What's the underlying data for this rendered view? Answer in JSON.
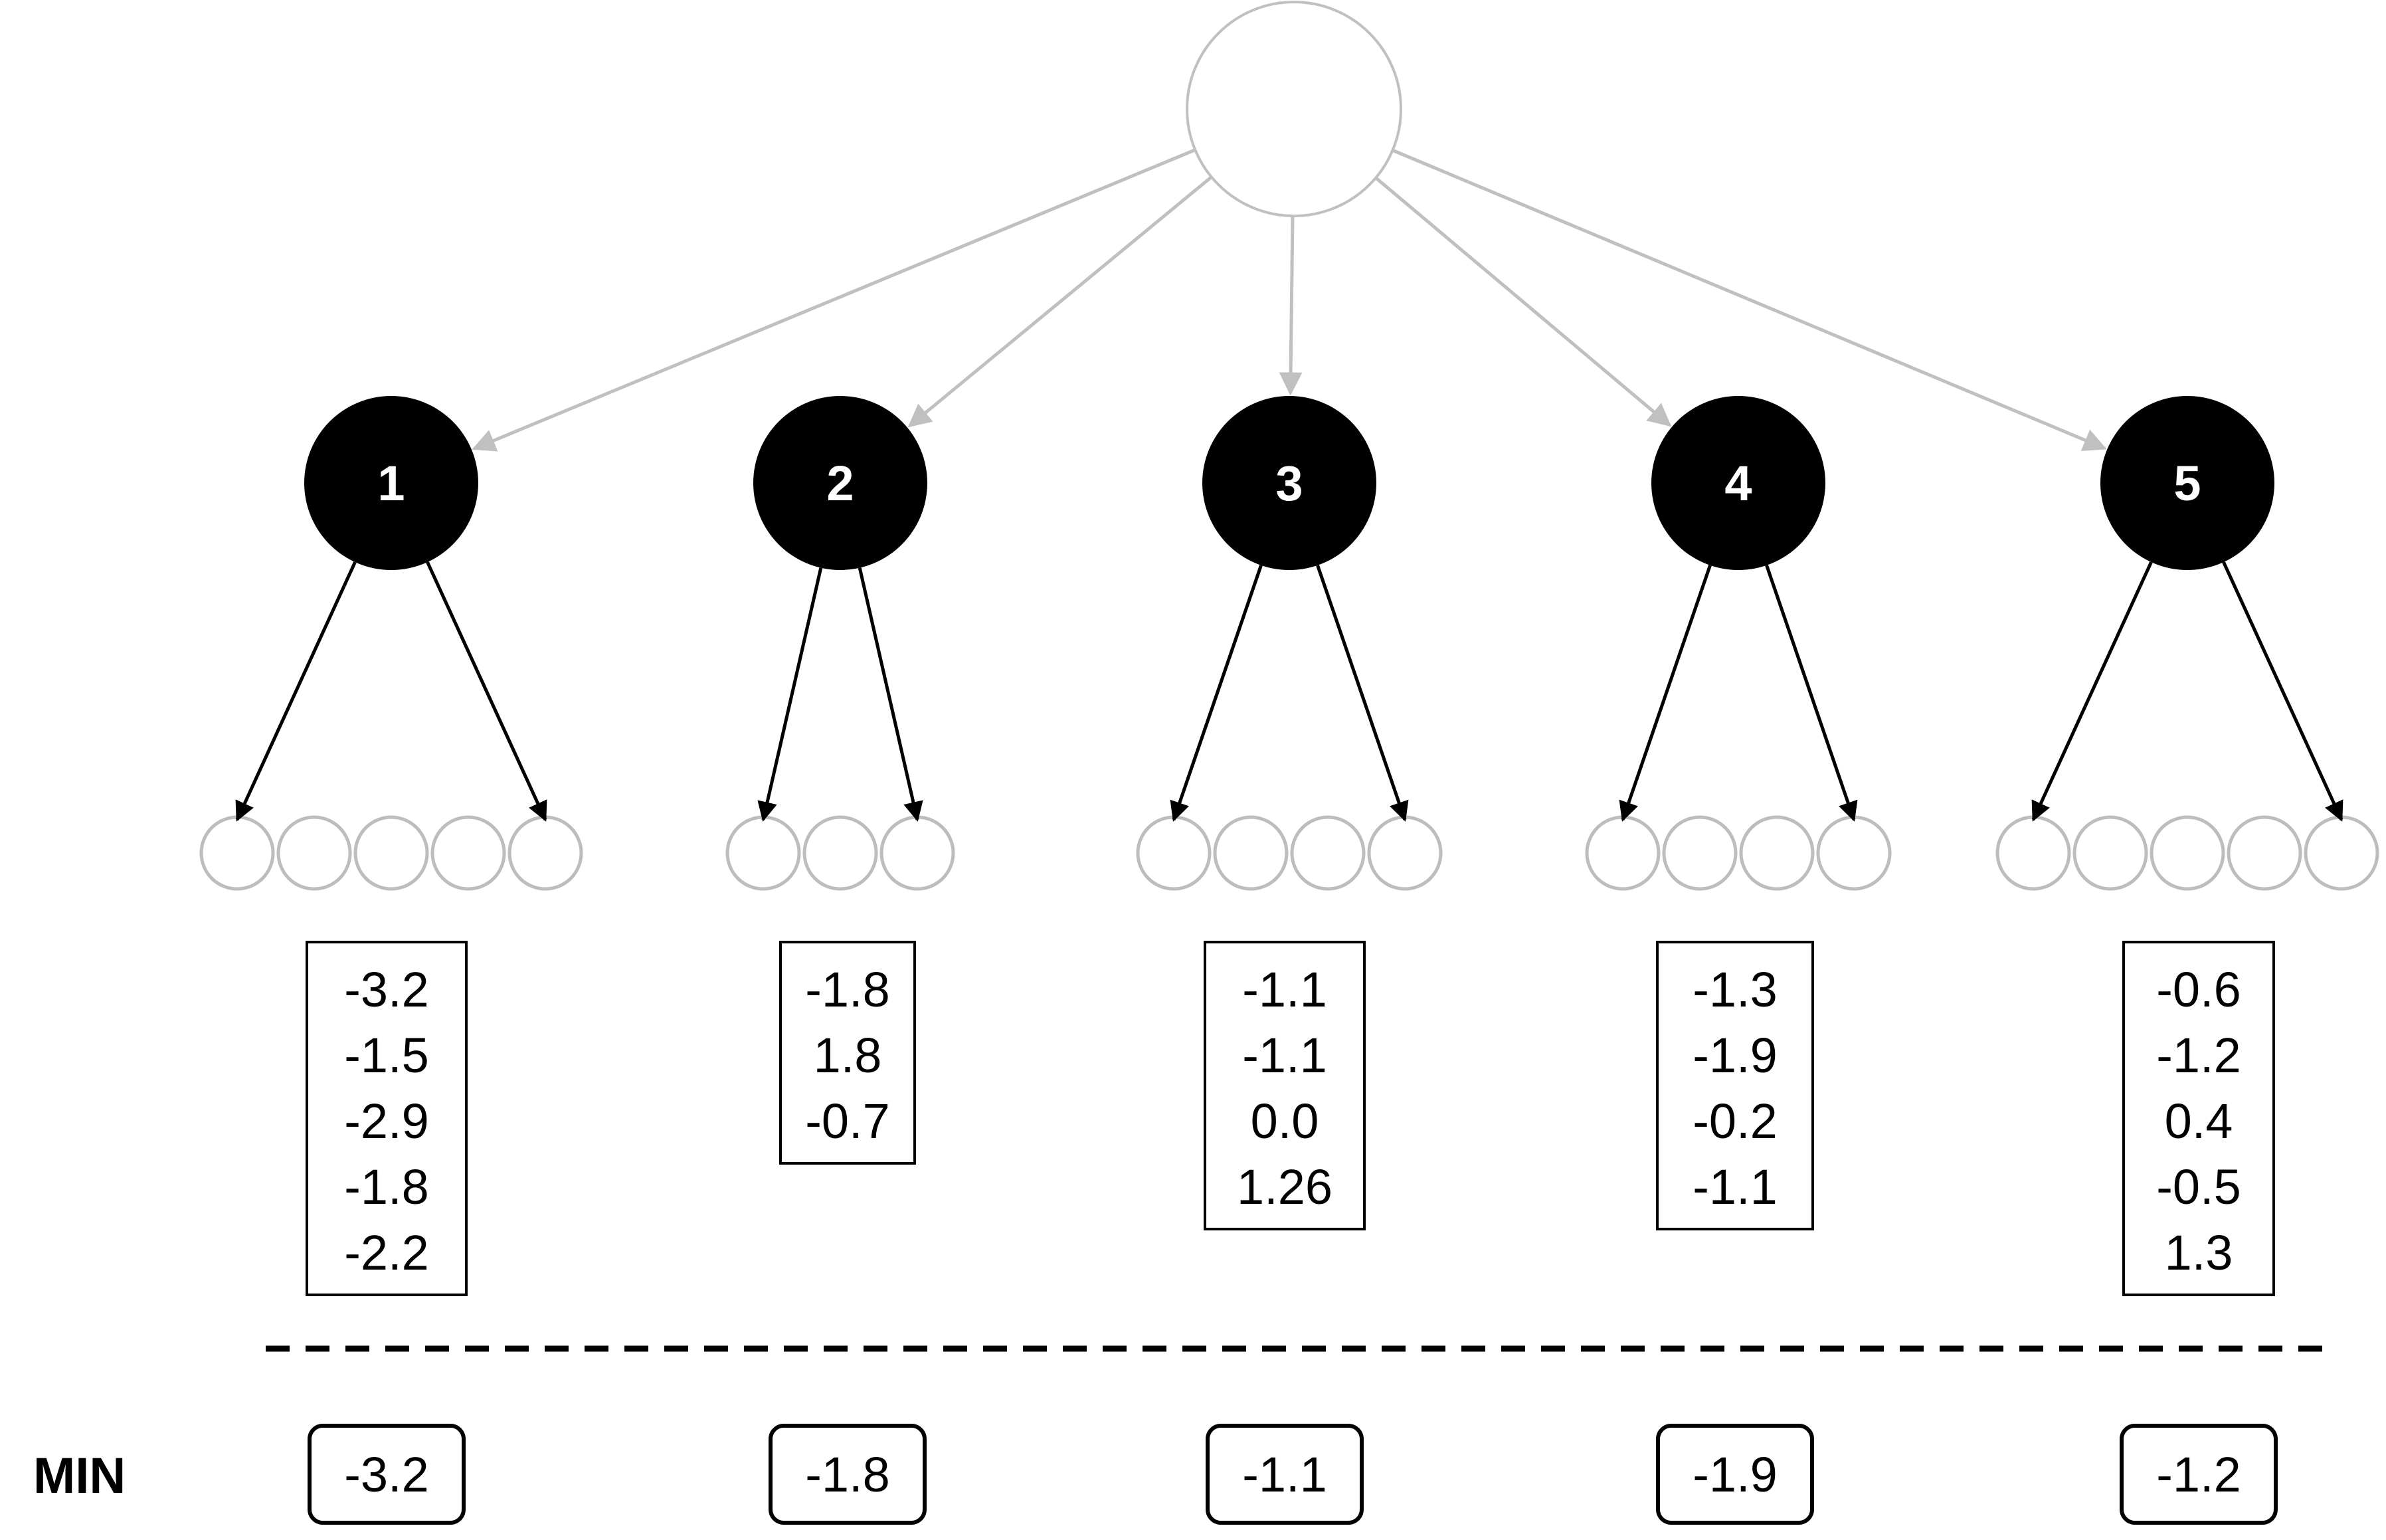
{
  "min_label": "MIN",
  "colors": {
    "root_edge": "#c0c0c0",
    "child_edge": "#000000",
    "node_fill": "#000000",
    "leaf_stroke": "#bdbdbd"
  },
  "groups": [
    {
      "label": "1",
      "leaves": 5,
      "values": [
        "-3.2",
        "-1.5",
        "-2.9",
        "-1.8",
        "-2.2"
      ],
      "min": "-3.2"
    },
    {
      "label": "2",
      "leaves": 3,
      "values": [
        "-1.8",
        "1.8",
        "-0.7"
      ],
      "min": "-1.8"
    },
    {
      "label": "3",
      "leaves": 4,
      "values": [
        "-1.1",
        "-1.1",
        "0.0",
        "1.26"
      ],
      "min": "-1.1"
    },
    {
      "label": "4",
      "leaves": 4,
      "values": [
        "-1.3",
        "-1.9",
        "-0.2",
        "-1.1"
      ],
      "min": "-1.9"
    },
    {
      "label": "5",
      "leaves": 5,
      "values": [
        "-0.6",
        "-1.2",
        "0.4",
        "-0.5",
        "1.3"
      ],
      "min": "-1.2"
    }
  ]
}
